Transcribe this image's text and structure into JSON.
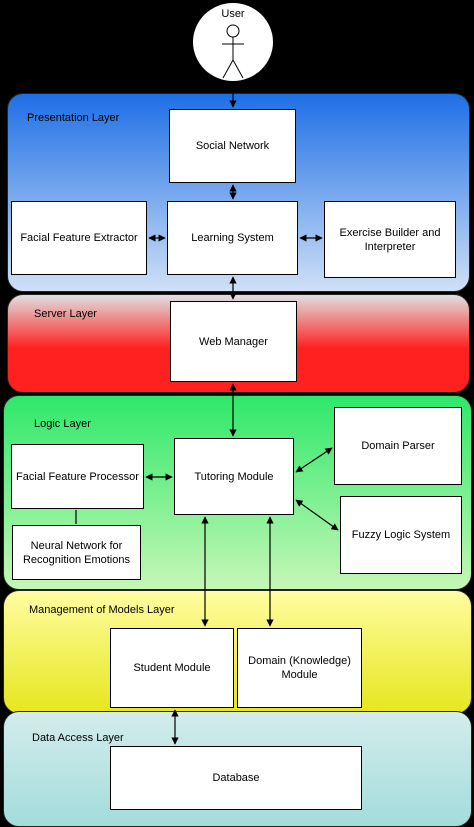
{
  "user": {
    "label": "User"
  },
  "layers": {
    "presentation": {
      "title": "Presentation Layer",
      "social_network": "Social Network",
      "facial_feature_extractor": "Facial Feature Extractor",
      "learning_system": "Learning System",
      "exercise_builder": "Exercise Builder and Interpreter"
    },
    "server": {
      "title": "Server Layer",
      "web_manager": "Web Manager"
    },
    "logic": {
      "title": "Logic Layer",
      "facial_feature_processor": "Facial Feature Processor",
      "tutoring_module": "Tutoring Module",
      "domain_parser": "Domain Parser",
      "fuzzy_logic_system": "Fuzzy Logic System",
      "neural_network": "Neural Network for Recognition Emotions"
    },
    "models": {
      "title": "Management of Models Layer",
      "student_module": "Student Module",
      "domain_module": "Domain (Knowledge) Module"
    },
    "data_access": {
      "title": "Data Access Layer",
      "database": "Database"
    }
  },
  "colors": {
    "presentation_top": "#1e6fe6",
    "presentation_bottom": "#cfe0f6",
    "server_top": "#e0e0e0",
    "server_bottom": "#ff1e1e",
    "logic_top": "#2ee86a",
    "logic_bottom": "#bff5b0",
    "models_top": "#fff98c",
    "models_bottom": "#e6e61e",
    "data_top": "#d0eaea",
    "data_bottom": "#a7dddd"
  }
}
